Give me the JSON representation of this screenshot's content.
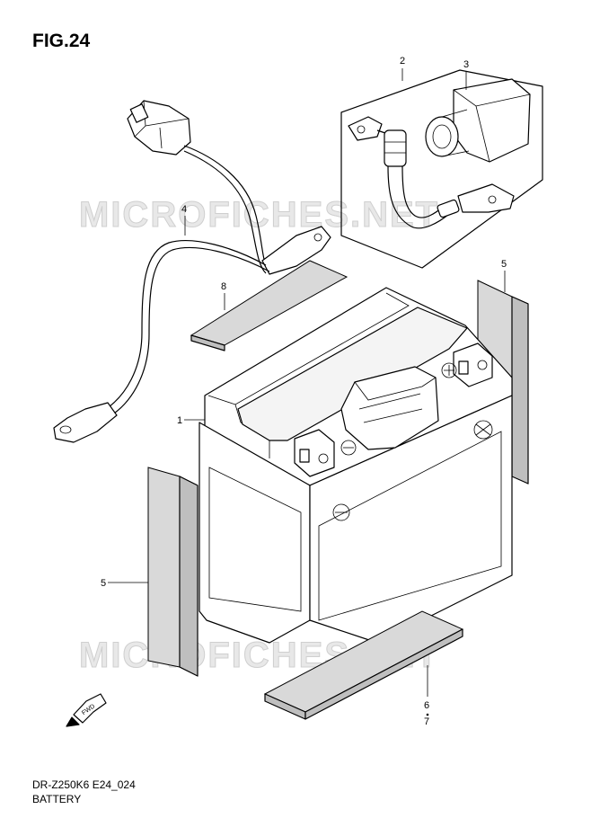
{
  "figure": {
    "title": "FIG.24"
  },
  "footer": {
    "model_code": "DR-Z250K6 E24_024",
    "section_name": "BATTERY"
  },
  "watermark": {
    "text": "MICROFICHES.NET"
  },
  "direction_indicator": {
    "label": "FWD"
  },
  "callouts": [
    {
      "id": "1",
      "label": "1"
    },
    {
      "id": "2",
      "label": "2"
    },
    {
      "id": "3",
      "label": "3"
    },
    {
      "id": "4",
      "label": "4"
    },
    {
      "id": "5a",
      "label": "5"
    },
    {
      "id": "5b",
      "label": "5"
    },
    {
      "id": "6",
      "label": "6"
    },
    {
      "id": "7",
      "label": "7"
    },
    {
      "id": "8",
      "label": "8"
    }
  ]
}
